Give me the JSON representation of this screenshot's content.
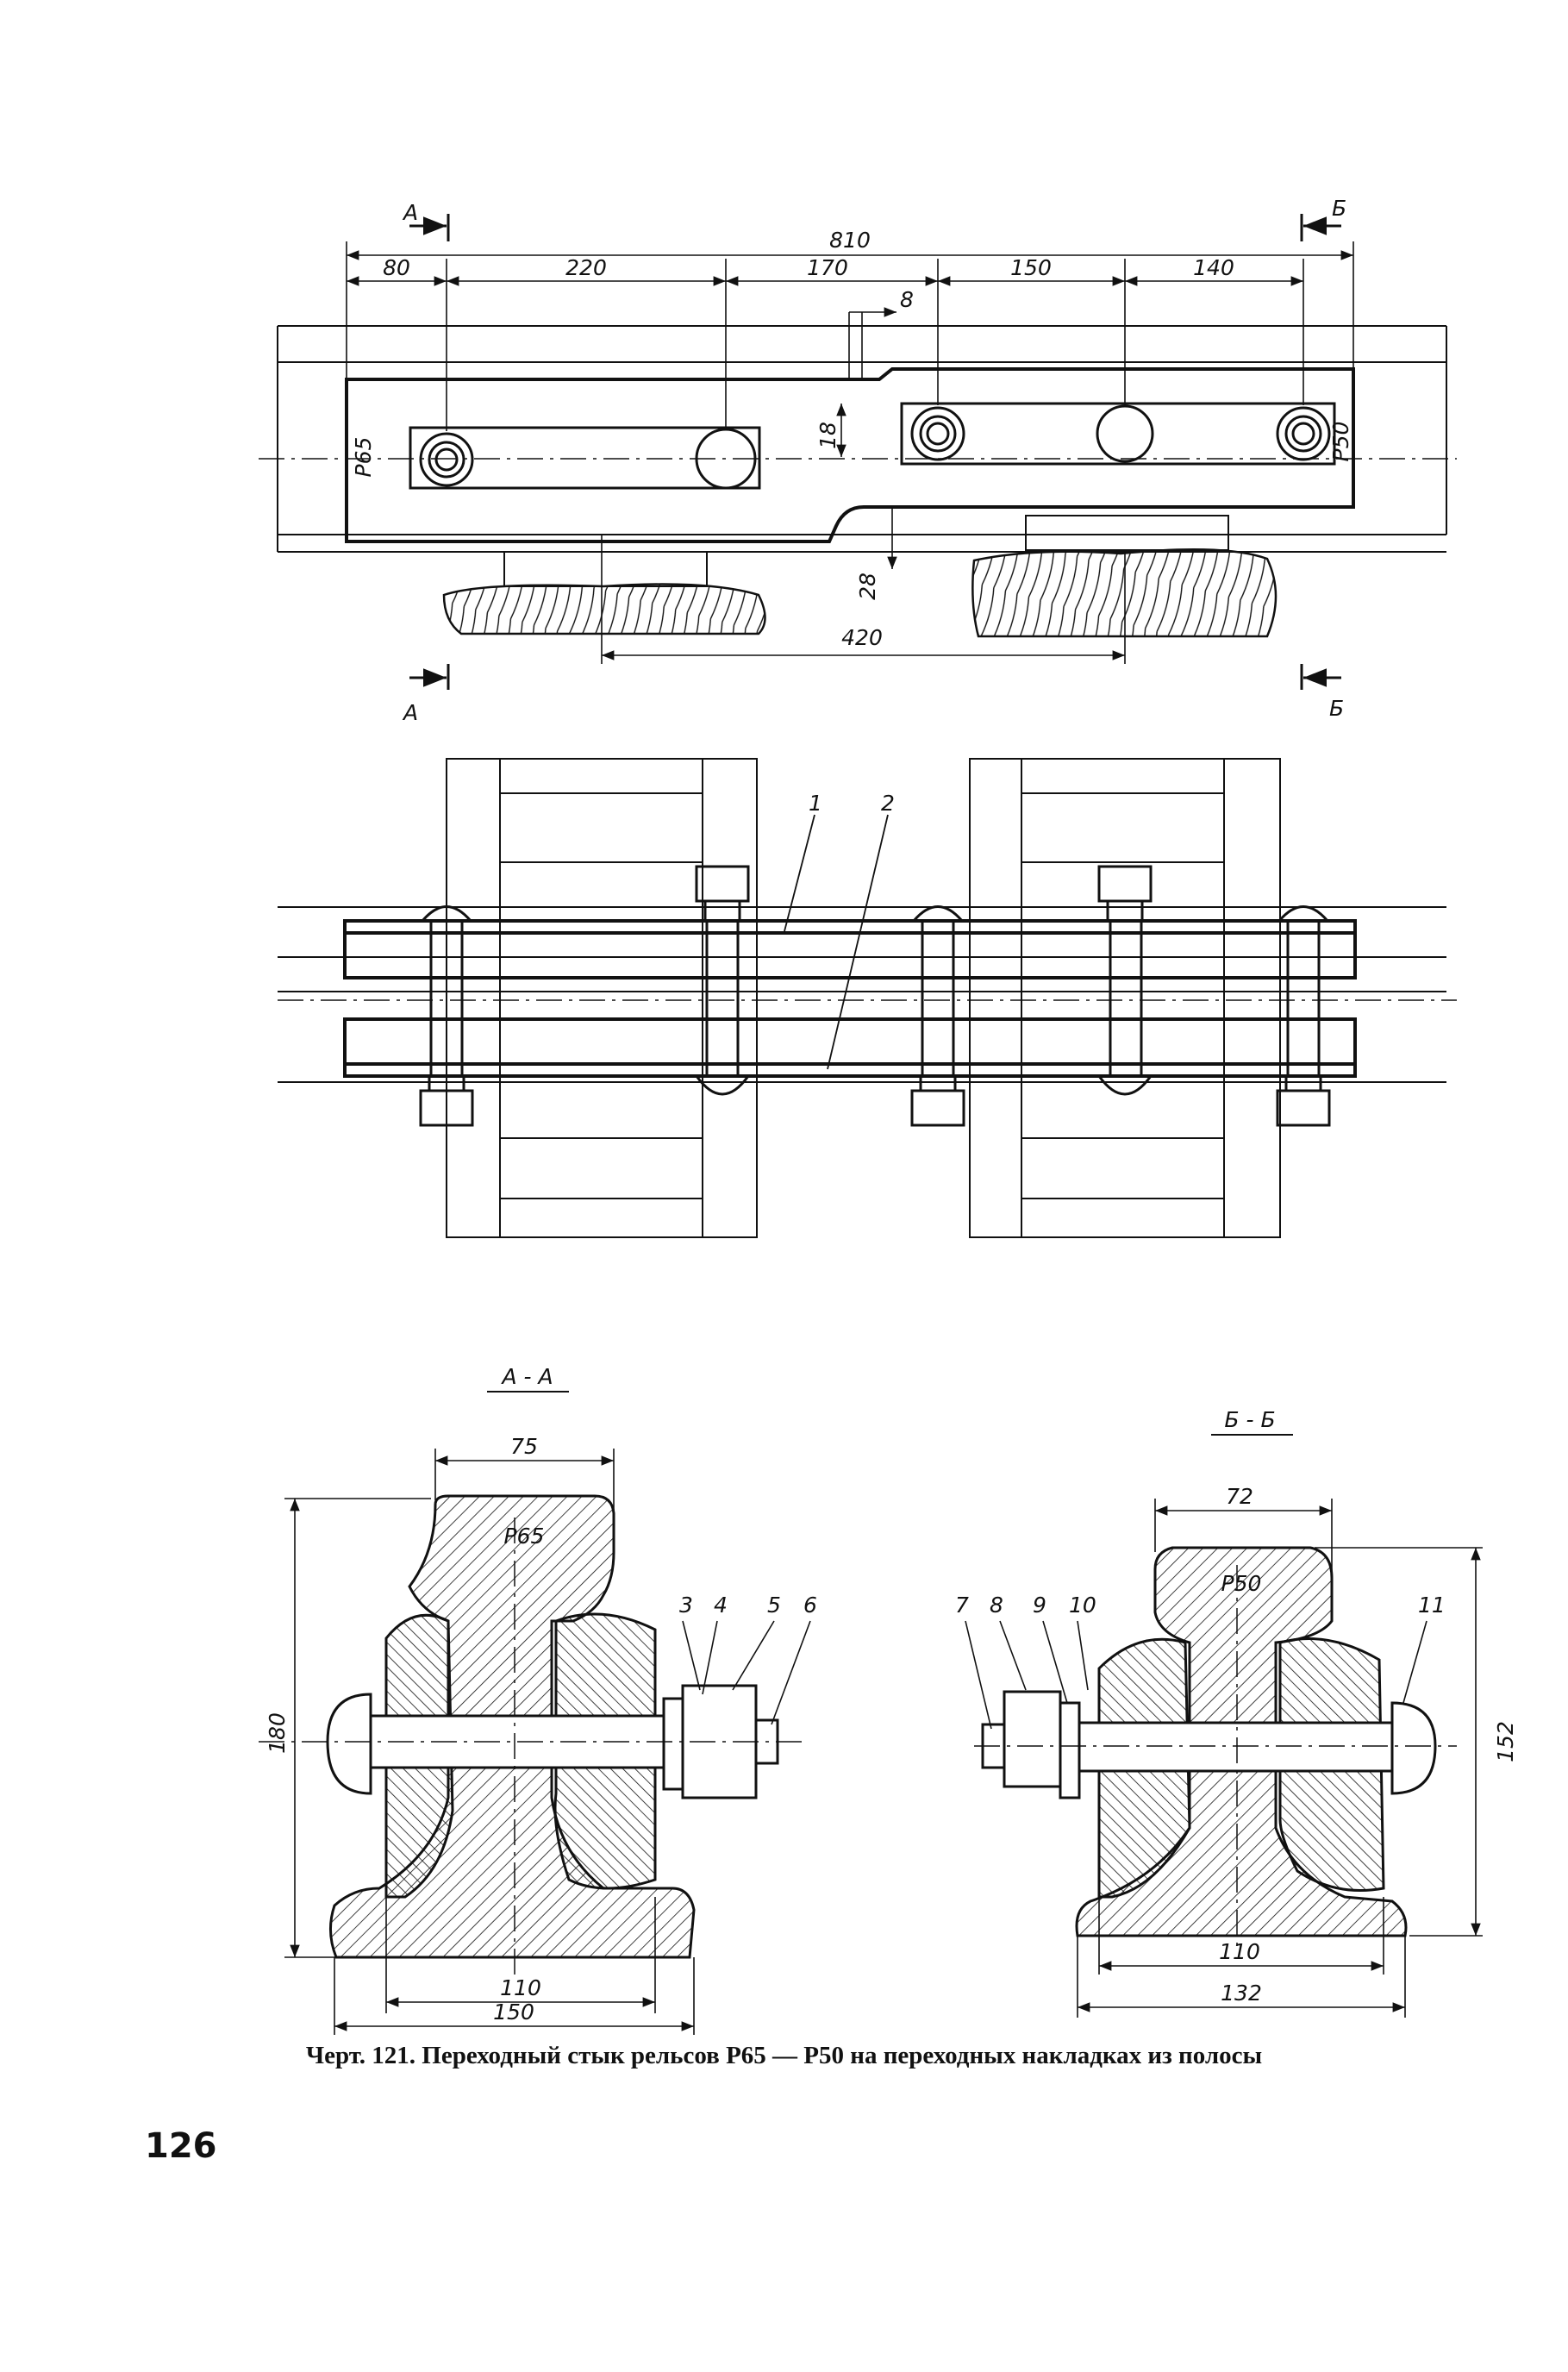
{
  "plan": {
    "section_marks": {
      "a_top": "А",
      "a_bottom": "А",
      "b_top": "Б",
      "b_bottom": "Б"
    },
    "rail_left_label": "Р65",
    "rail_right_label": "Р50",
    "dims": {
      "total": "810",
      "d80": "80",
      "d220": "220",
      "d170": "170",
      "d150": "150",
      "d140": "140",
      "d8": "8",
      "d18": "18",
      "d28": "28",
      "d420": "420"
    }
  },
  "elevation": {
    "callouts": {
      "c1": "1",
      "c2": "2"
    }
  },
  "section_a": {
    "title": "А - А",
    "rail_label": "Р65",
    "dims": {
      "head": "75",
      "height": "180",
      "d110": "110",
      "base": "150"
    },
    "callouts": [
      "3",
      "4",
      "5",
      "6"
    ]
  },
  "section_b": {
    "title": "Б - Б",
    "rail_label": "Р50",
    "dims": {
      "head": "72",
      "height": "152",
      "d110": "110",
      "base": "132"
    },
    "callouts": [
      "7",
      "8",
      "9",
      "10",
      "11"
    ]
  },
  "caption": "Черт. 121. Переходный стык рельсов Р65 — Р50 на переходных накладках из полосы",
  "page_number": "126"
}
